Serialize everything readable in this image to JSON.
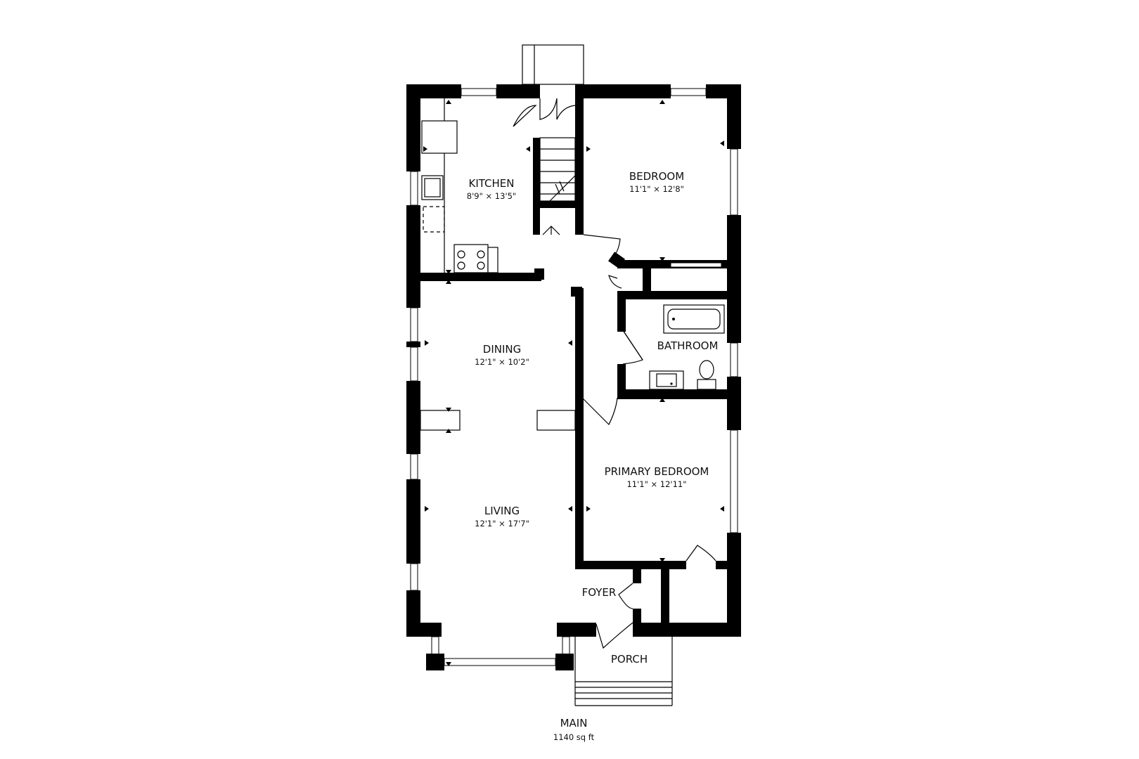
{
  "rooms": {
    "kitchen": {
      "name": "KITCHEN",
      "dims": "8'9\" × 13'5\""
    },
    "bedroom": {
      "name": "BEDROOM",
      "dims": "11'1\" × 12'8\""
    },
    "dining": {
      "name": "DINING",
      "dims": "12'1\" × 10'2\""
    },
    "bathroom": {
      "name": "BATHROOM"
    },
    "primary_bedroom": {
      "name": "PRIMARY BEDROOM",
      "dims": "11'1\" × 12'11\""
    },
    "living": {
      "name": "LIVING",
      "dims": "12'1\" × 17'7\""
    },
    "foyer": {
      "name": "FOYER"
    },
    "porch": {
      "name": "PORCH"
    }
  },
  "floor": {
    "name": "MAIN",
    "area": "1140 sq ft"
  }
}
